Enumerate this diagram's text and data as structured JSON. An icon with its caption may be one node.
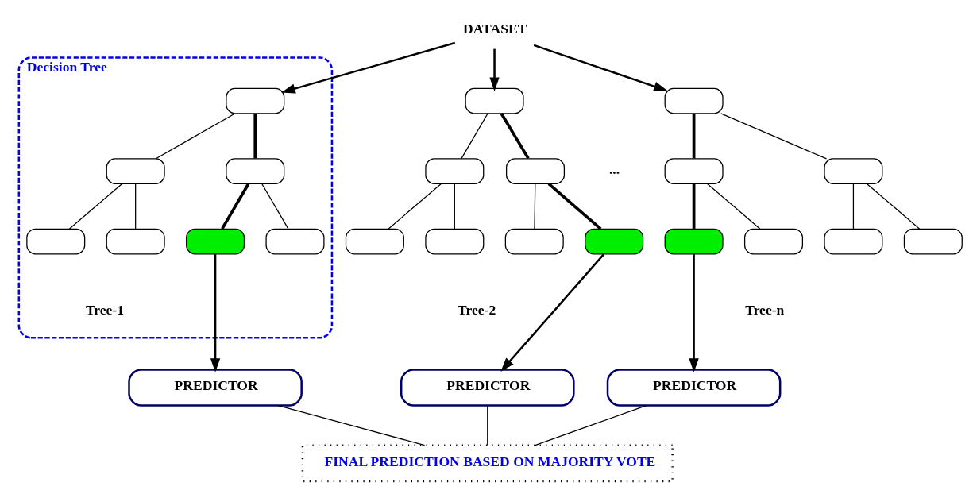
{
  "diagram": {
    "nodes": [
      {
        "text": [
          "DATASET"
        ]
      },
      {
        "text": [
          "Decision Tree"
        ]
      },
      {
        "text": [],
        "shape": "box",
        "in": 1
      },
      {
        "text": [],
        "shape": "box",
        "in": 1
      },
      {
        "text": [],
        "shape": "box",
        "in": 1
      },
      {
        "text": [],
        "shape": "box",
        "in": 1
      },
      {
        "text": [],
        "shape": "box",
        "in": 1
      },
      {
        "text": [],
        "shape": "box",
        "in": 1
      },
      {
        "text": [],
        "shape": "box",
        "in": 1
      },
      {
        "text": [],
        "shape": "box"
      },
      {
        "text": [],
        "shape": "box"
      },
      {
        "text": [],
        "shape": "box"
      },
      {
        "text": [],
        "shape": "box"
      },
      {
        "text": [],
        "shape": "box"
      },
      {
        "text": [],
        "shape": "box"
      },
      {
        "text": [],
        "shape": "box"
      },
      {
        "text": [],
        "shape": "box"
      },
      {
        "text": [],
        "shape": "box"
      },
      {
        "text": [],
        "shape": "box"
      },
      {
        "text": [],
        "shape": "box"
      },
      {
        "text": [],
        "shape": "box"
      },
      {
        "text": [],
        "shape": "box"
      },
      {
        "text": [],
        "shape": "box"
      },
      {
        "text": [
          "PREDICTOR"
        ]
      },
      {
        "text": [
          "PREDICTOR"
        ]
      },
      {
        "text": [
          "PREDICTOR"
        ]
      },
      {
        "text": [
          "FINAL PREDICTION BASED ON MAJORITY VOTE"
        ]
      }
    ],
    "edges": [
      {
        "from": 0,
        "to": 2,
        "arrow": "to"
      },
      {
        "from": 0,
        "to": 9,
        "arrow": "to"
      },
      {
        "from": 0,
        "to": 16,
        "arrow": "to"
      },
      {
        "from": 2,
        "to": 3,
        "arrow": "none"
      },
      {
        "from": 2,
        "to": 4,
        "arrow": "none",
        "style": "thick"
      },
      {
        "from": 3,
        "to": 5,
        "arrow": "none"
      },
      {
        "from": 3,
        "to": 6,
        "arrow": "none"
      },
      {
        "from": 4,
        "to": 7,
        "arrow": "none",
        "style": "thick"
      },
      {
        "from": 4,
        "to": 8,
        "arrow": "none"
      },
      {
        "from": 9,
        "to": 10,
        "arrow": "none"
      },
      {
        "from": 9,
        "to": 11,
        "arrow": "none",
        "style": "thick"
      },
      {
        "from": 10,
        "to": 12,
        "arrow": "none"
      },
      {
        "from": 10,
        "to": 13,
        "arrow": "none"
      },
      {
        "from": 11,
        "to": 14,
        "arrow": "none"
      },
      {
        "from": 11,
        "to": 15,
        "arrow": "none",
        "style": "thick"
      },
      {
        "from": 16,
        "to": 17,
        "arrow": "none",
        "style": "thick"
      },
      {
        "from": 16,
        "to": 18,
        "arrow": "none"
      },
      {
        "from": 17,
        "to": 19,
        "arrow": "none",
        "style": "thick"
      },
      {
        "from": 17,
        "to": 20,
        "arrow": "none"
      },
      {
        "from": 18,
        "to": 21,
        "arrow": "none"
      },
      {
        "from": 18,
        "to": 22,
        "arrow": "none"
      },
      {
        "from": 7,
        "to": 23,
        "arrow": "to"
      },
      {
        "from": 15,
        "to": 24,
        "arrow": "to"
      },
      {
        "from": 19,
        "to": 25,
        "arrow": "to"
      },
      {
        "from": 23,
        "to": 26,
        "arrow": "none"
      },
      {
        "from": 24,
        "to": 26,
        "arrow": "none"
      },
      {
        "from": 25,
        "to": 26,
        "arrow": "none"
      }
    ],
    "labels": [
      "Tree-1",
      "...",
      "Tree-2",
      "Tree-n"
    ]
  }
}
